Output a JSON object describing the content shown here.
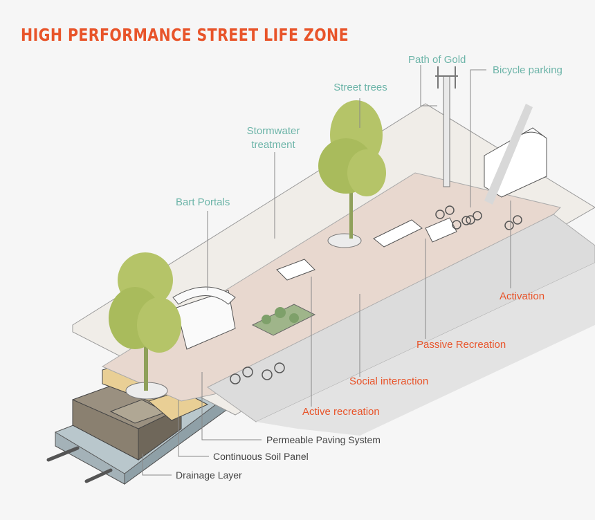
{
  "title": "HIGH PERFORMANCE STREET LIFE ZONE",
  "labels": {
    "street_trees": "Street trees",
    "path_of_gold": "Path of  Gold",
    "bicycle_parking": "Bicycle parking",
    "stormwater_line1": "Stormwater",
    "stormwater_line2": "treatment",
    "bart_portals": "Bart Portals",
    "activation": "Activation",
    "passive_recreation": "Passive Recreation",
    "social_interaction": "Social interaction",
    "active_recreation": "Active recreation",
    "permeable_paving": "Permeable Paving System",
    "continuous_soil": "Continuous  Soil  Panel",
    "drainage_layer": "Drainage Layer"
  },
  "colors": {
    "title": "#e8542a",
    "teal_labels": "#6cb4a8",
    "orange_labels": "#e8542a",
    "dark_labels": "#444444"
  }
}
